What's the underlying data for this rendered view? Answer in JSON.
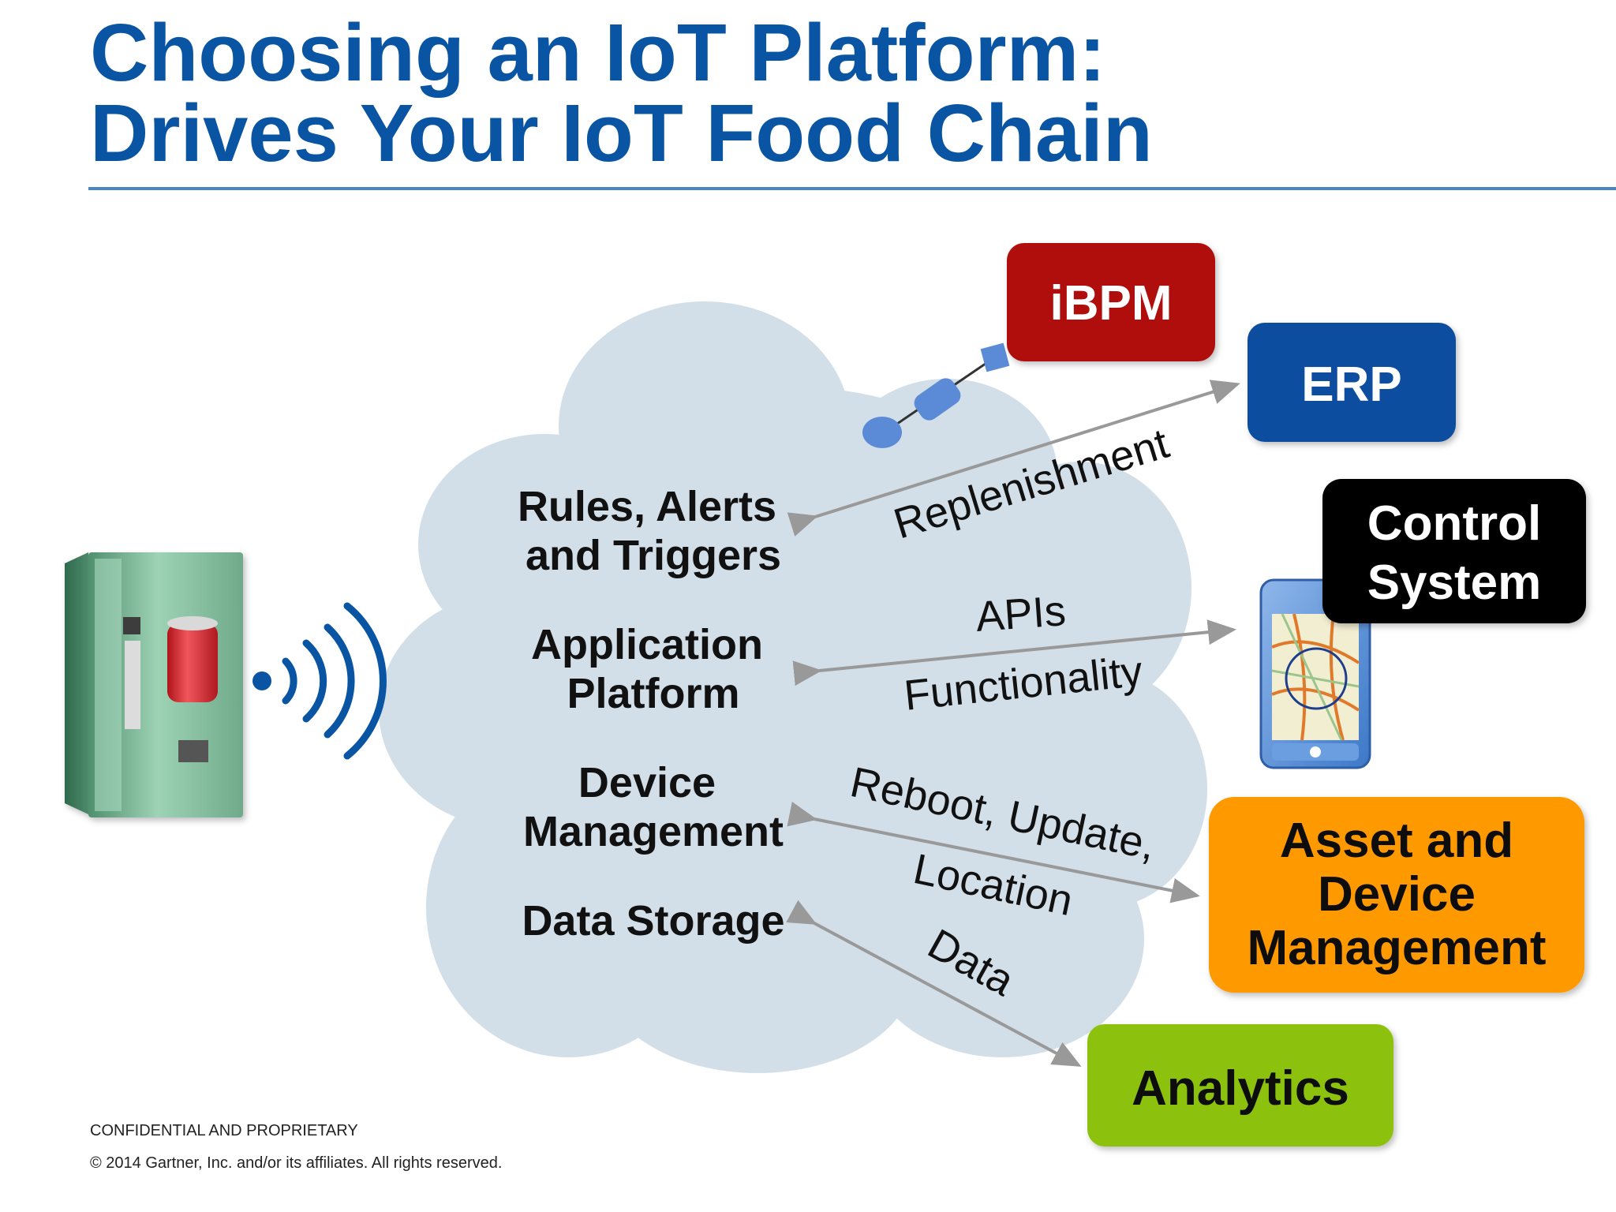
{
  "title": {
    "line1": "Choosing an IoT Platform:",
    "line2": "Drives Your IoT Food Chain"
  },
  "cloud": {
    "rules": [
      "Rules, Alerts",
      "and Triggers"
    ],
    "application": [
      "Application",
      "Platform"
    ],
    "device": [
      "Device",
      "Management"
    ],
    "storage": "Data Storage"
  },
  "arrows": {
    "replenishment": "Replenishment",
    "apis": "APIs",
    "functionality": "Functionality",
    "reboot": "Reboot, Update,",
    "location": "Location",
    "data": "Data"
  },
  "boxes": {
    "ibpm": {
      "label": "iBPM",
      "color": "#b00a0a"
    },
    "erp": {
      "label": "ERP",
      "color": "#0a4ea0"
    },
    "control": {
      "label": [
        "Control",
        "System"
      ],
      "color": "#000000"
    },
    "asset": {
      "label": [
        "Asset and",
        "Device",
        "Management"
      ],
      "color": "#ff9900"
    },
    "analytics": {
      "label": "Analytics",
      "color": "#8cc20a"
    }
  },
  "icons": {
    "device": "vending-machine-icon",
    "signal": "wireless-signal-icon",
    "phone": "smartphone-map-icon",
    "connector": "process-connector-icon"
  },
  "colors": {
    "title": "#0a55a3",
    "rule": "#4a86c5",
    "cloud": "#d3dfe8",
    "arrow": "#999999"
  },
  "footer": {
    "confidential": "CONFIDENTIAL AND PROPRIETARY",
    "copyright": "© 2014 Gartner, Inc. and/or its affiliates. All rights reserved."
  }
}
